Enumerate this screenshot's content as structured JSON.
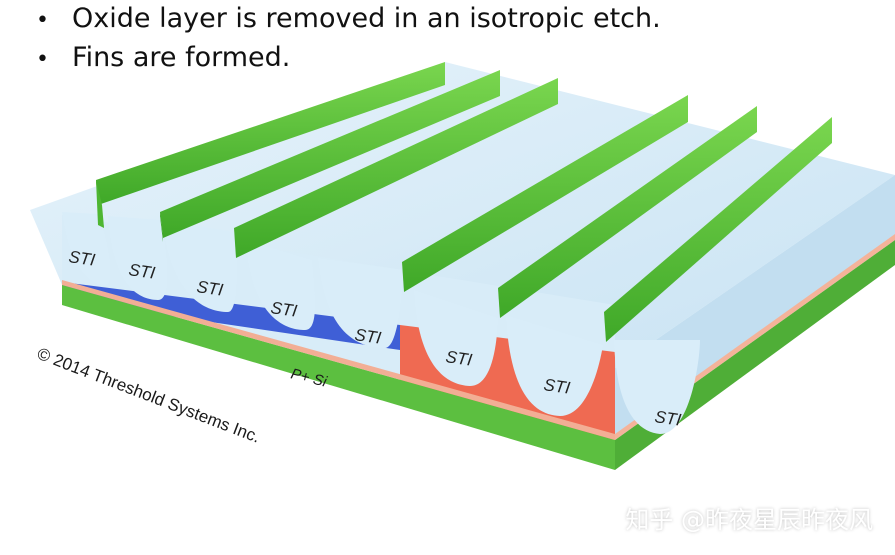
{
  "bullets": [
    {
      "bullet": "•",
      "text": "Oxide layer is removed in an isotropic etch."
    },
    {
      "bullet": "•",
      "text": "Fins are formed."
    }
  ],
  "sti_label": "STI",
  "substrate_label": "P+ Si",
  "copyright": "© 2014 Threshold Systems Inc.",
  "watermark": "知乎 @昨夜星辰昨夜风",
  "colors": {
    "fin_green": "#5fc83a",
    "oxide_blue": "#cfe8f6",
    "nmos_well": "#3f5fd6",
    "pmos_well": "#ef6a52",
    "substrate_green": "#54b83a"
  }
}
